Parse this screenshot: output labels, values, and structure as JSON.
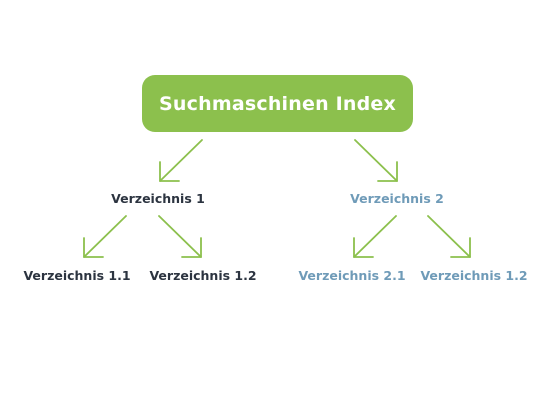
{
  "diagram": {
    "root": {
      "label": "Suchmaschinen Index"
    },
    "level1": [
      {
        "label": "Verzeichnis 1",
        "color": "#2c3440"
      },
      {
        "label": "Verzeichnis 2",
        "color": "#6f9bb8"
      }
    ],
    "level2": [
      {
        "label": "Verzeichnis 1.1",
        "color": "#2c3440"
      },
      {
        "label": "Verzeichnis 1.2",
        "color": "#2c3440"
      },
      {
        "label": "Verzeichnis 2.1",
        "color": "#6f9bb8"
      },
      {
        "label": "Verzeichnis 1.2",
        "color": "#6f9bb8"
      }
    ],
    "arrow_color": "#8cc04d",
    "root_color": "#8cc04d"
  }
}
